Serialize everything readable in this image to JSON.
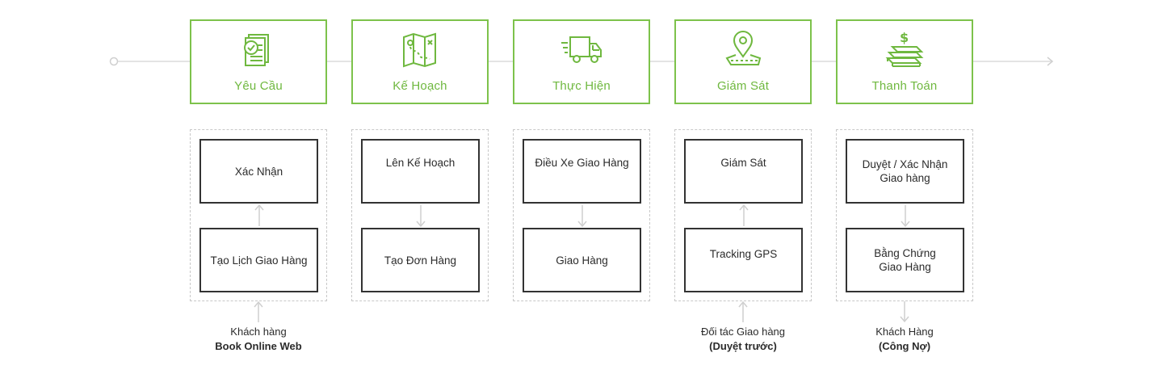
{
  "stages": [
    {
      "label": "Yêu Cầu",
      "icon": "document-check-icon"
    },
    {
      "label": "Kế Hoạch",
      "icon": "map-route-icon"
    },
    {
      "label": "Thực Hiện",
      "icon": "delivery-truck-icon"
    },
    {
      "label": "Giám Sát",
      "icon": "location-pin-icon"
    },
    {
      "label": "Thanh Toán",
      "icon": "money-stack-icon"
    }
  ],
  "groups": [
    {
      "top": "Xác Nhận",
      "bottom": "Tạo Lịch Giao Hàng",
      "flow": "up"
    },
    {
      "top": "Lên Kế Hoạch",
      "bottom": "Tạo Đơn Hàng",
      "flow": "down"
    },
    {
      "top": "Điều Xe Giao Hàng",
      "bottom": "Giao Hàng",
      "flow": "down"
    },
    {
      "top": "Giám Sát",
      "bottom": "Tracking GPS",
      "flow": "up"
    },
    {
      "top": "Duyệt / Xác Nhận\nGiao hàng",
      "bottom": "Bằng Chứng\nGiao Hàng",
      "flow": "down"
    }
  ],
  "actors": [
    {
      "line1": "Khách hàng",
      "line2": "Book Online Web",
      "flow": "in"
    },
    {
      "line1": "Đối tác Giao hàng",
      "line2": "(Duyệt trước)",
      "flow": "in"
    },
    {
      "line1": "Khách Hàng",
      "line2": "(Công Nợ)",
      "flow": "out"
    }
  ],
  "colors": {
    "accent": "#7dc24b",
    "box_border": "#333333",
    "connector": "#d0d0d0",
    "dashed": "#c8c8c8"
  }
}
